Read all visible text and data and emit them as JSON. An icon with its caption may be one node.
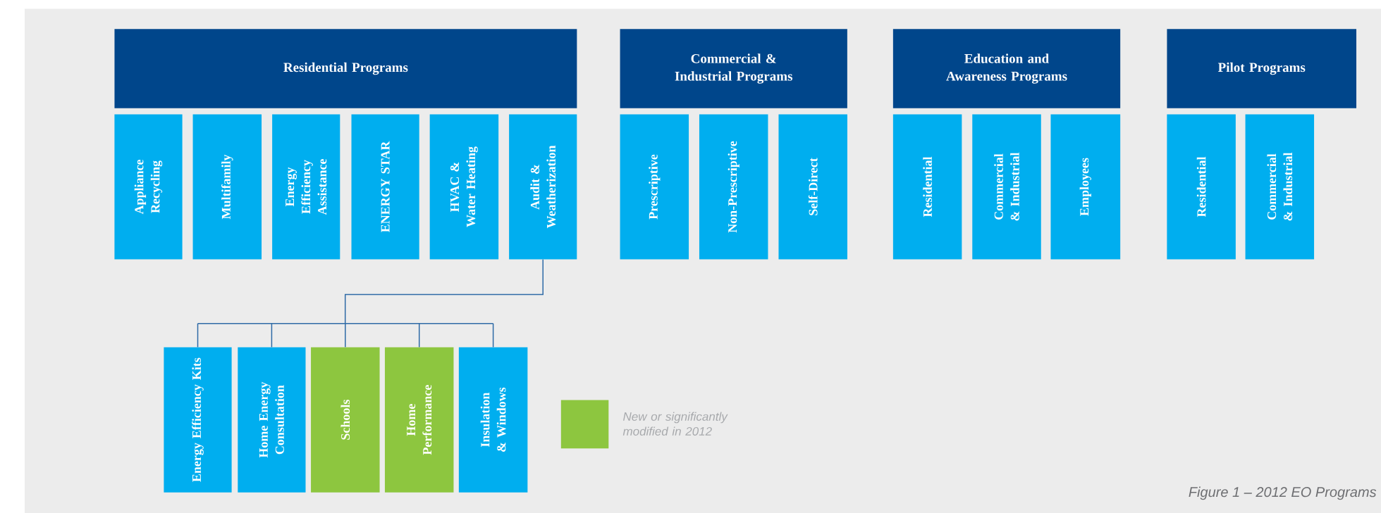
{
  "diagram": {
    "caption": "Figure 1 – 2012 EO Programs",
    "nodes": [
      {
        "text": [
          "Residential Programs"
        ]
      },
      {
        "text": [
          "Appliance Recycling"
        ]
      },
      {
        "text": [
          "Multifamily"
        ]
      },
      {
        "text": [
          "Energy Efficiency Assistance"
        ]
      },
      {
        "text": [
          "ENERGY STAR"
        ]
      },
      {
        "text": [
          "HVAC & Water Heating"
        ]
      },
      {
        "text": [
          "Audit & Weatherization"
        ]
      },
      {
        "text": [
          "Commercial & Industrial Programs"
        ]
      },
      {
        "text": [
          "Prescriptive"
        ]
      },
      {
        "text": [
          "Non-Prescriptive"
        ]
      },
      {
        "text": [
          "Self-Direct"
        ]
      },
      {
        "text": [
          "Education and Awareness Programs"
        ]
      },
      {
        "text": [
          "Residential"
        ]
      },
      {
        "text": [
          "Commercial & Industrial"
        ]
      },
      {
        "text": [
          "Employees"
        ]
      },
      {
        "text": [
          "Pilot Programs"
        ]
      },
      {
        "text": [
          "Residential"
        ]
      },
      {
        "text": [
          "Commercial & Industrial"
        ]
      },
      {
        "text": [
          "Energy Efficiency Kits"
        ]
      },
      {
        "text": [
          "Home Energy Consultation"
        ]
      },
      {
        "text": [
          "Schools"
        ]
      },
      {
        "text": [
          "Home Performance"
        ]
      },
      {
        "text": [
          "Insulation & Windows"
        ]
      }
    ],
    "edges": [
      {
        "from": 6,
        "to": 18,
        "arrow": "none"
      },
      {
        "from": 6,
        "to": 19,
        "arrow": "none"
      },
      {
        "from": 6,
        "to": 20,
        "arrow": "none"
      },
      {
        "from": 6,
        "to": 21,
        "arrow": "none"
      },
      {
        "from": 6,
        "to": 22,
        "arrow": "none"
      }
    ],
    "legend": [
      {
        "text": "New or significantly modified in 2012",
        "color": "#8dc63f"
      }
    ]
  }
}
